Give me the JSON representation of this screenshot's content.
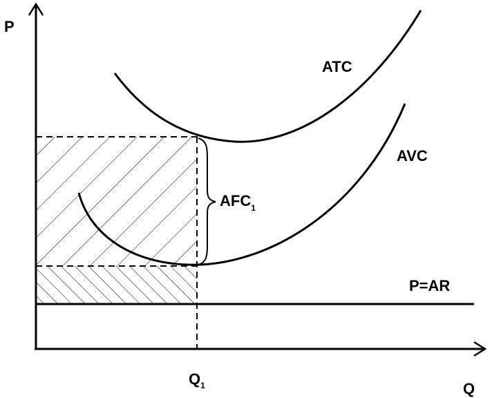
{
  "axes": {
    "y_label": "P",
    "x_label": "Q"
  },
  "curves": {
    "atc_label": "ATC",
    "avc_label": "AVC",
    "price_line_label": "P=AR"
  },
  "annotations": {
    "afc_label": "AFC",
    "afc_subscript": "1",
    "quantity_label": "Q",
    "quantity_subscript": "1"
  },
  "style": {
    "ink_color": "#000000",
    "background_color": "#ffffff"
  }
}
